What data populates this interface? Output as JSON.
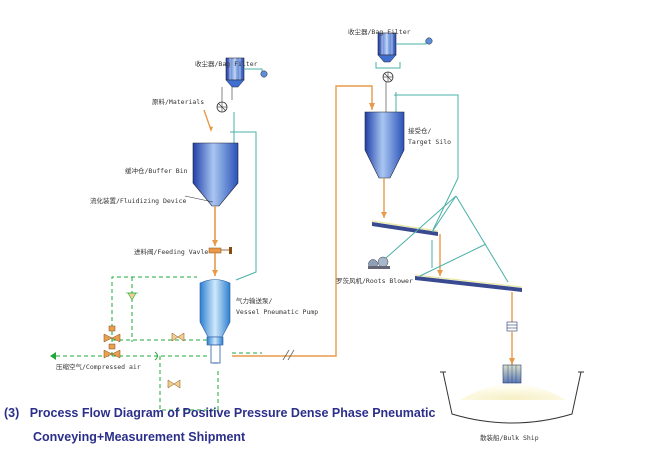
{
  "labels": {
    "bag_filter_left": "收尘器/Bag Filter",
    "bag_filter_right": "收尘器/Bag Filter",
    "materials": "原料/Materials",
    "buffer_bin": "缓冲仓/Buffer Bin",
    "fluidizing_device": "流化装置/Fluidizing Device",
    "feeding_valve": "进料阀/Feeding Vavle",
    "vessel_pump_cn": "气力输送泵/",
    "vessel_pump_en": "Vessel Pneumatic Pump",
    "compressed_air": "压缩空气/Compressed air",
    "target_silo_cn": "接受仓/",
    "target_silo_en": "Target Silo",
    "roots_blower": "罗茨风机/Roots Blower",
    "bulk_ship": "散装船/Bulk Ship"
  },
  "caption": {
    "prefix": "(3)",
    "line1": "Process Flow Diagram of Positive Pressure Dense Phase Pneumatic",
    "line2": "Conveying+Measurement Shipment"
  },
  "colors": {
    "pipe": "#e89a4a",
    "air_line": "#49b0a8",
    "air_dashed": "#1fa83a",
    "vessel_blue": "#3f6fd0",
    "caption": "#2b2f8a"
  }
}
